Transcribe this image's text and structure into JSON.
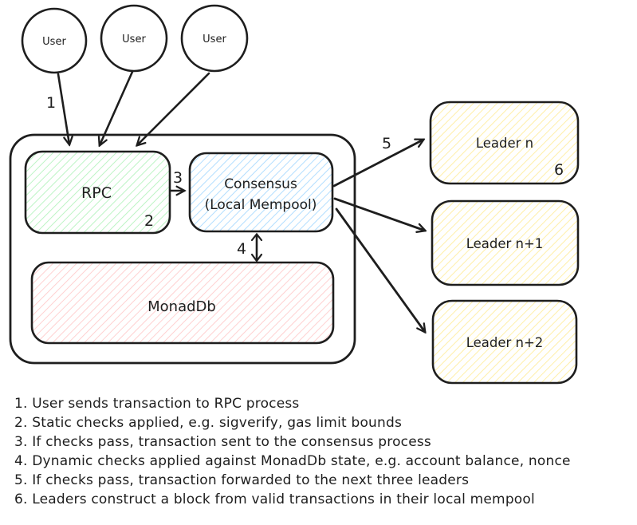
{
  "diagram": {
    "users": [
      "User",
      "User",
      "User"
    ],
    "nodes": {
      "rpc": {
        "label": "RPC"
      },
      "consensus": {
        "label_line1": "Consensus",
        "label_line2": "(Local Mempool)"
      },
      "monaddb": {
        "label": "MonadDb"
      },
      "leader_n": {
        "label": "Leader n"
      },
      "leader_n1": {
        "label": "Leader n+1"
      },
      "leader_n2": {
        "label": "Leader n+2"
      }
    },
    "steps": [
      "1",
      "2",
      "3",
      "4",
      "5",
      "6"
    ]
  },
  "legend": {
    "items": [
      "1. User sends transaction to RPC process",
      "2. Static checks applied, e.g. sigverify, gas limit bounds",
      "3. If checks pass, transaction sent to the consensus process",
      "4. Dynamic checks applied against MonadDb state, e.g. account balance, nonce",
      "5. If checks pass, transaction forwarded to the next three leaders",
      "6. Leaders construct a block from valid transactions in their local mempool"
    ]
  },
  "colors": {
    "stroke": "#1e1e1e",
    "rpc_hatch": "#b2f2bb",
    "consensus_hatch": "#a5d8ff",
    "monaddb_hatch": "#ffc9c9",
    "leader_hatch": "#ffec99"
  }
}
